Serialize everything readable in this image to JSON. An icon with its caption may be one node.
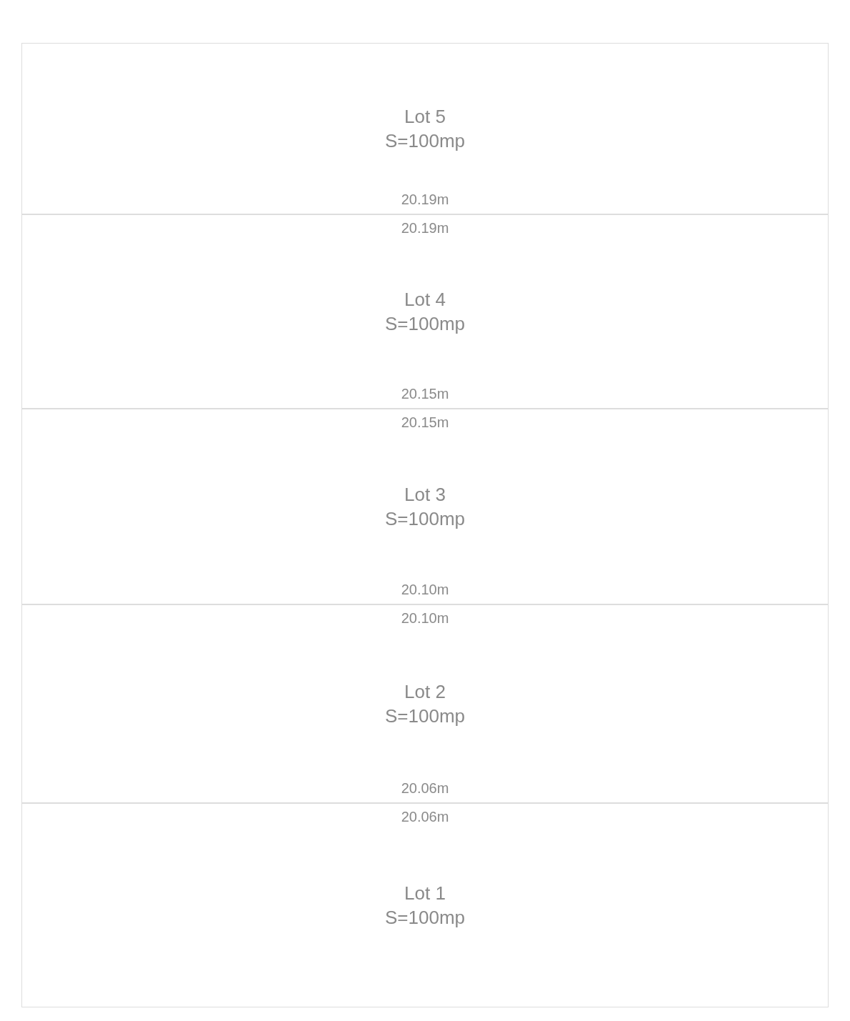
{
  "diagram": {
    "nodes": [
      {
        "text": [
          "Lot 5",
          "S=100mp"
        ]
      },
      {
        "text": [
          "Lot 4",
          "S=100mp"
        ]
      },
      {
        "text": [
          "Lot 3",
          "S=100mp"
        ]
      },
      {
        "text": [
          "Lot 2",
          "S=100mp"
        ]
      },
      {
        "text": [
          "Lot 1",
          "S=100mp"
        ]
      }
    ],
    "labels": [
      "20.19m",
      "20.19m",
      "20.15m",
      "20.15m",
      "20.10m",
      "20.10m",
      "20.06m",
      "20.06m"
    ]
  }
}
